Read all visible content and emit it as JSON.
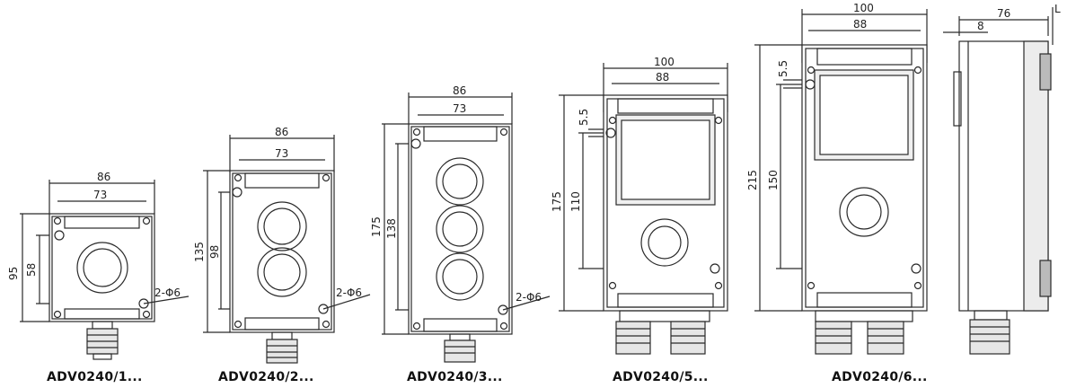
{
  "colors": {
    "line": "#2a2a2a",
    "fill": "#ffffff",
    "shade": "#d9d9d9"
  },
  "drawings": [
    {
      "caption": "ADV0240/1...",
      "dims": {
        "w_outer": "86",
        "w_inner": "73",
        "h_outer": "95",
        "h_inner": "58",
        "holes": "2-Φ6"
      }
    },
    {
      "caption": "ADV0240/2...",
      "dims": {
        "w_outer": "86",
        "w_inner": "73",
        "h_outer": "135",
        "h_inner": "98",
        "holes": "2-Φ6"
      }
    },
    {
      "caption": "ADV0240/3...",
      "dims": {
        "w_outer": "86",
        "w_inner": "73",
        "h_outer": "175",
        "h_inner": "138",
        "holes": "2-Φ6"
      }
    },
    {
      "caption": "ADV0240/5...",
      "dims": {
        "w_outer": "100",
        "w_inner": "88",
        "h_outer": "175",
        "h_inner": "110",
        "hole_offset": "5.5"
      }
    },
    {
      "caption": "ADV0240/6...",
      "dims": {
        "w_outer": "100",
        "w_inner": "88",
        "h_outer": "215",
        "h_inner": "150",
        "hole_offset": "5.5"
      }
    },
    {
      "caption": "",
      "dims": {
        "depth": "76",
        "offset": "8",
        "l_label": "L"
      }
    }
  ]
}
